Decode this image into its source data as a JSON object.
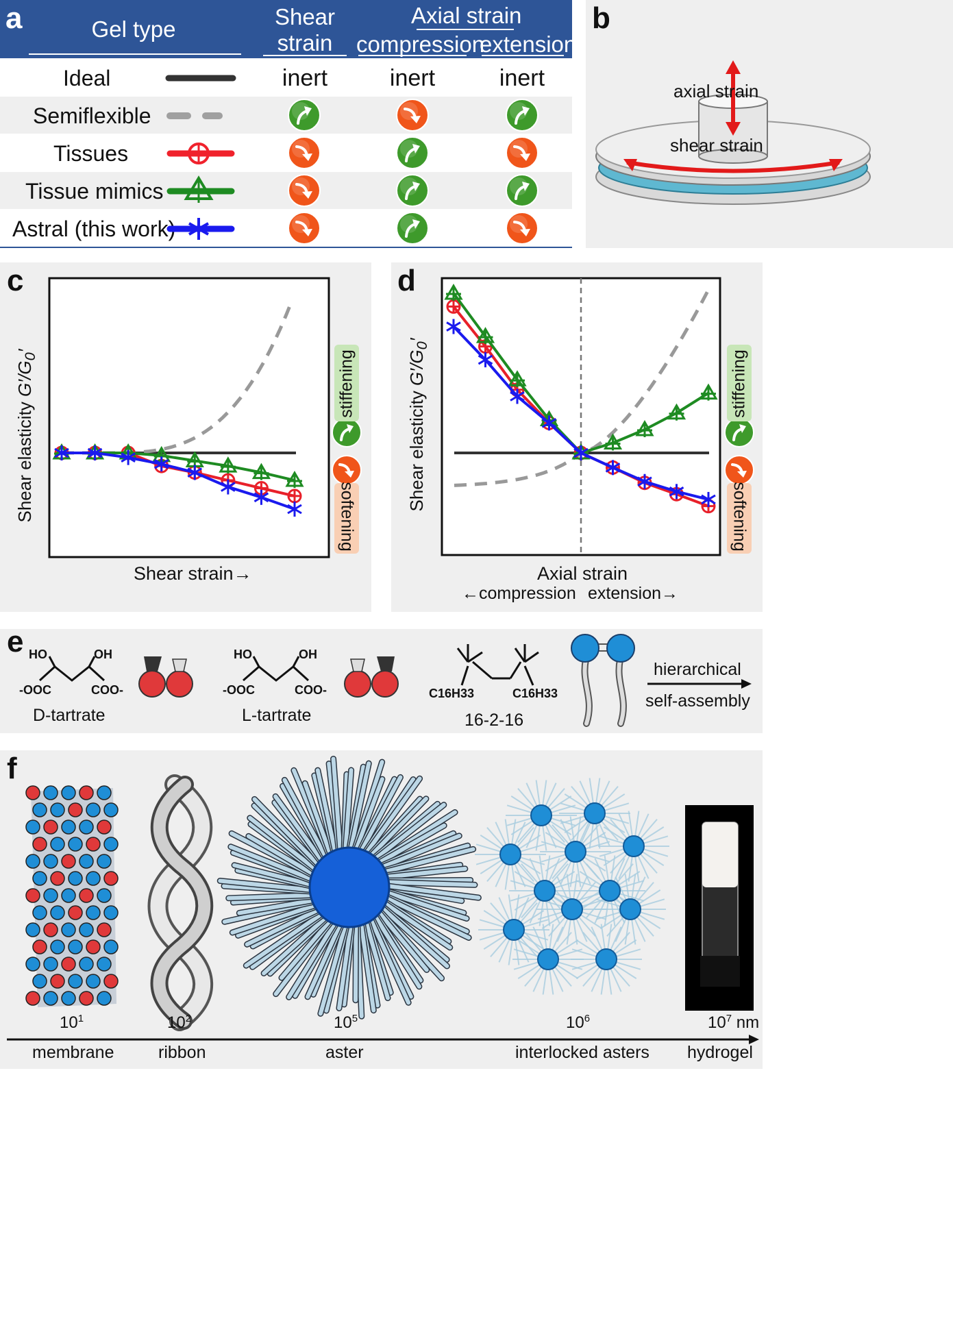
{
  "panels": {
    "a": "a",
    "b": "b",
    "c": "c",
    "d": "d",
    "e": "e",
    "f": "f"
  },
  "table": {
    "gel_type_header": "Gel type",
    "shear_header_line1": "Shear",
    "shear_header_line2": "strain",
    "axial_header": "Axial strain",
    "compression_header": "compression",
    "extension_header": "extension",
    "rows": [
      {
        "label": "Ideal",
        "shear": "inert",
        "compression": "inert",
        "extension": "inert"
      },
      {
        "label": "Semiflexible",
        "shear": "stiffening",
        "compression": "softening",
        "extension": "stiffening"
      },
      {
        "label": "Tissues",
        "shear": "softening",
        "compression": "stiffening",
        "extension": "softening"
      },
      {
        "label": "Tissue mimics",
        "shear": "softening",
        "compression": "stiffening",
        "extension": "stiffening"
      },
      {
        "label": "Astral (this work)",
        "shear": "softening",
        "compression": "stiffening",
        "extension": "softening"
      }
    ],
    "header_color": "#2e5597",
    "stiffening_color": "#3e9a2b",
    "softening_color": "#f0551a"
  },
  "panel_b": {
    "axial_label": "axial strain",
    "shear_label": "shear strain"
  },
  "chart_c": {
    "ylabel_prefix": "Shear elasticity ",
    "ylabel_var": "G′/G",
    "ylabel_sub": "0",
    "ylabel_tick": "′",
    "xlabel": "Shear strain",
    "arrow": "→",
    "stiffening_label": "stiffening",
    "softening_label": "softening"
  },
  "chart_d": {
    "ylabel_prefix": "Shear elasticity ",
    "ylabel_var": "G′/G",
    "ylabel_sub": "0",
    "ylabel_tick": "′",
    "xlabel": "Axial strain",
    "compression_label": "←compression",
    "extension_label": "extension→",
    "stiffening_label": "stiffening",
    "softening_label": "softening"
  },
  "chart_data": [
    {
      "type": "line",
      "panel": "c",
      "xlabel": "Shear strain",
      "ylabel": "Shear elasticity G′/G0′",
      "x": [
        1,
        2,
        3,
        4,
        5,
        6,
        7,
        8
      ],
      "series": [
        {
          "name": "Ideal",
          "color": "#333333",
          "values": [
            1,
            1,
            1,
            1,
            1,
            1,
            1,
            1
          ]
        },
        {
          "name": "Semiflexible",
          "color": "#999999",
          "values": [
            1,
            1,
            1,
            1.01,
            1.08,
            1.3,
            2.2,
            5.2
          ]
        },
        {
          "name": "Tissues",
          "color": "#e8202a",
          "values": [
            1,
            1,
            1,
            0.8,
            0.7,
            0.58,
            0.46,
            0.34
          ]
        },
        {
          "name": "Tissue mimics",
          "color": "#1e8b22",
          "values": [
            1,
            1,
            1,
            0.96,
            0.88,
            0.8,
            0.7,
            0.58
          ]
        },
        {
          "name": "Astral (this work)",
          "color": "#1a1aee",
          "values": [
            1,
            1,
            0.93,
            0.83,
            0.7,
            0.48,
            0.32,
            0.14
          ]
        }
      ]
    },
    {
      "type": "line",
      "panel": "d",
      "xlabel": "Axial strain",
      "ylabel": "Shear elasticity G′/G0′",
      "x_compression_label": "←compression",
      "x_extension_label": "extension→",
      "series": [
        {
          "name": "Ideal",
          "color": "#333333",
          "x": [
            -1,
            1
          ],
          "y": [
            0,
            0
          ]
        },
        {
          "name": "Semiflexible",
          "color": "#999999",
          "x": [
            -1,
            -0.5,
            0,
            0.5,
            1
          ],
          "y": [
            -0.5,
            -0.4,
            0,
            1.5,
            2.5
          ]
        },
        {
          "name": "Tissues",
          "color": "#e8202a",
          "x": [
            -1,
            -0.75,
            -0.5,
            -0.25,
            0,
            0.25,
            0.5,
            0.75,
            1
          ],
          "y": [
            2.2,
            1.6,
            0.95,
            0.45,
            0,
            -0.22,
            -0.45,
            -0.62,
            -0.8
          ]
        },
        {
          "name": "Tissue mimics",
          "color": "#1e8b22",
          "x": [
            -1,
            -0.75,
            -0.5,
            -0.25,
            0,
            0.25,
            0.5,
            0.75,
            1
          ],
          "y": [
            2.4,
            1.75,
            1.1,
            0.5,
            0,
            0.15,
            0.35,
            0.6,
            0.9
          ]
        },
        {
          "name": "Astral (this work)",
          "color": "#1a1aee",
          "x": [
            -1,
            -0.75,
            -0.5,
            -0.25,
            0,
            0.25,
            0.5,
            0.75,
            1
          ],
          "y": [
            1.9,
            1.4,
            0.85,
            0.45,
            0,
            -0.22,
            -0.43,
            -0.58,
            -0.7
          ]
        }
      ]
    }
  ],
  "panel_e": {
    "d_tartrate": "D-tartrate",
    "l_tartrate": "L-tartrate",
    "surfactant": "16-2-16",
    "ho": "HO",
    "oh": "OH",
    "ooc": "-OOC",
    "coo": "COO-",
    "c16h33": "C16H33",
    "hierarchical": "hierarchical",
    "self_assembly": "self-assembly"
  },
  "panel_f": {
    "ticks": [
      "10",
      "10",
      "10",
      "10",
      "10"
    ],
    "exps": [
      "1",
      "2",
      "5",
      "6",
      "7"
    ],
    "unit": "nm",
    "labels": [
      "membrane",
      "ribbon",
      "aster",
      "interlocked asters",
      "hydrogel"
    ]
  }
}
